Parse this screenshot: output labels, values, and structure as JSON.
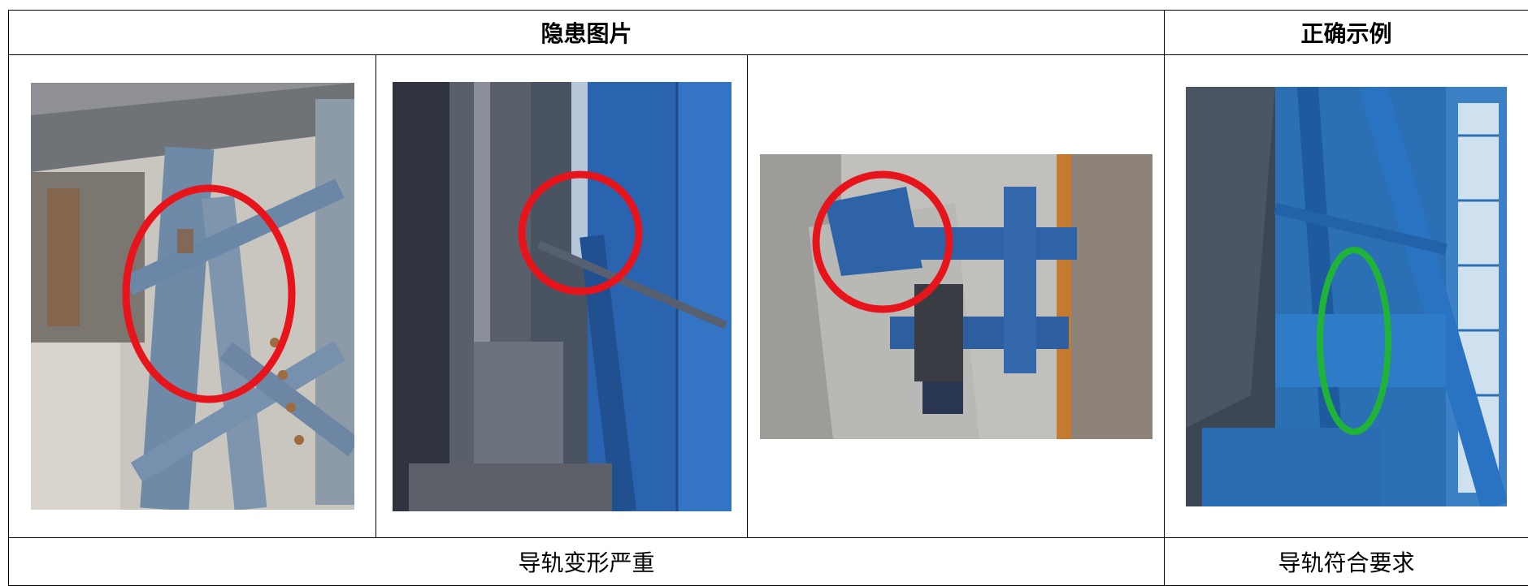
{
  "table": {
    "header": {
      "hazard_title": "隐患图片",
      "correct_title": "正确示例"
    },
    "captions": {
      "hazard": "导轨变形严重",
      "correct": "导轨符合要求"
    }
  },
  "photos": [
    {
      "name": "hazard-photo-1",
      "subject": "corroded guide rail tubes",
      "marker": "red-circle"
    },
    {
      "name": "hazard-photo-2",
      "subject": "deformed guide rail near blue platform",
      "marker": "red-circle"
    },
    {
      "name": "hazard-photo-3",
      "subject": "bent rail bracket",
      "marker": "red-circle"
    },
    {
      "name": "correct-photo",
      "subject": "straight blue guide rail",
      "marker": "green-ellipse"
    }
  ],
  "colors": {
    "hazard_marker": "#e8141b",
    "correct_marker": "#1fb33a",
    "steel_blue": "#2d6fb8",
    "rust": "#8a5a35"
  }
}
